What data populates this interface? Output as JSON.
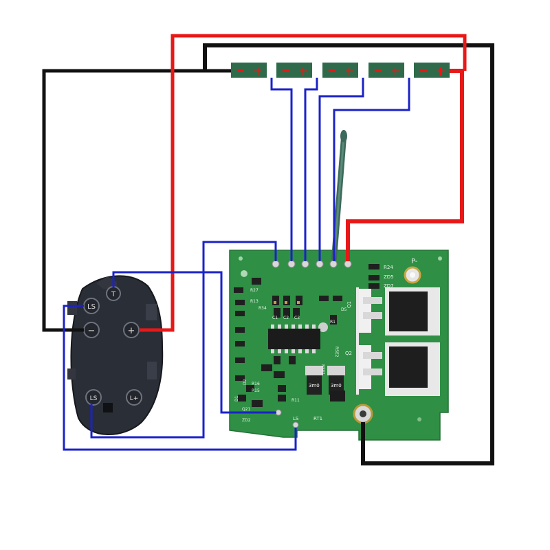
{
  "cells": [
    {
      "minus": "−",
      "plus": "+"
    },
    {
      "minus": "−",
      "plus": "+"
    },
    {
      "minus": "−",
      "plus": "+"
    },
    {
      "minus": "−",
      "plus": "+"
    },
    {
      "minus": "−",
      "plus": "+"
    }
  ],
  "connector": {
    "ls_top": "LS",
    "t": "T",
    "minus": "−",
    "plus": "+",
    "ls_bottom": "LS",
    "l_plus": "L+"
  },
  "pcb": {
    "p_minus": "P-",
    "ls": "LS",
    "rt1": "RT1",
    "q1": "Q1",
    "q2": "Q2",
    "rse1": "RSE1",
    "rse2": "RSE2",
    "r24": "R24",
    "zd5": "ZD5",
    "zd7": "ZD7",
    "shunt1": "3m0",
    "shunt2": "3m0",
    "r11": "R11",
    "d2": "D2",
    "d1": "D1",
    "zd2": "ZD2",
    "r15": "R15",
    "r16": "R16",
    "r13": "R13",
    "r34": "R34",
    "r27": "R27",
    "q21": "Q21",
    "c1": "C1",
    "c2": "C2",
    "c3": "C3",
    "d5": "D5",
    "r1": "R1"
  },
  "colors": {
    "red_wire": "#e81818",
    "black_wire": "#111111",
    "blue_wire": "#1a22c8",
    "pcb_green": "#2f8f45",
    "cell_green": "#2f6b4a",
    "connector_body": "#2a2e36"
  }
}
